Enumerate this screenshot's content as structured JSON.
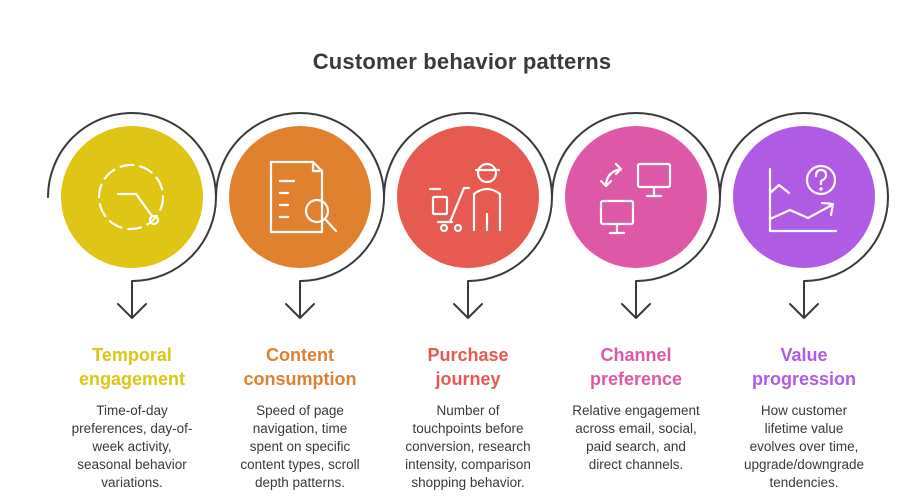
{
  "title": "Customer behavior patterns",
  "stages": [
    {
      "title_line1": "Temporal",
      "title_line2": "engagement",
      "color": "#dfc515",
      "icon": "timer-icon",
      "description": [
        "Time-of-day",
        "preferences, day-of-",
        "week activity,",
        "seasonal behavior",
        "variations."
      ]
    },
    {
      "title_line1": "Content",
      "title_line2": "consumption",
      "color": "#e0812f",
      "icon": "document-search-icon",
      "description": [
        "Speed of page",
        "navigation, time",
        "spent on specific",
        "content types, scroll",
        "depth patterns."
      ]
    },
    {
      "title_line1": "Purchase",
      "title_line2": "journey",
      "color": "#e65a51",
      "icon": "shopper-cart-icon",
      "description": [
        "Number of",
        "touchpoints before",
        "conversion, research",
        "intensity, comparison",
        "shopping behavior."
      ]
    },
    {
      "title_line1": "Channel",
      "title_line2": "preference",
      "color": "#dd59a7",
      "icon": "devices-sync-icon",
      "description": [
        "Relative engagement",
        "across email, social,",
        "paid search, and",
        "direct channels."
      ]
    },
    {
      "title_line1": "Value",
      "title_line2": "progression",
      "color": "#b05be3",
      "icon": "growth-chart-question-icon",
      "description": [
        "How customer",
        "lifetime value",
        "evolves over time,",
        "upgrade/downgrade",
        "tendencies."
      ]
    }
  ]
}
